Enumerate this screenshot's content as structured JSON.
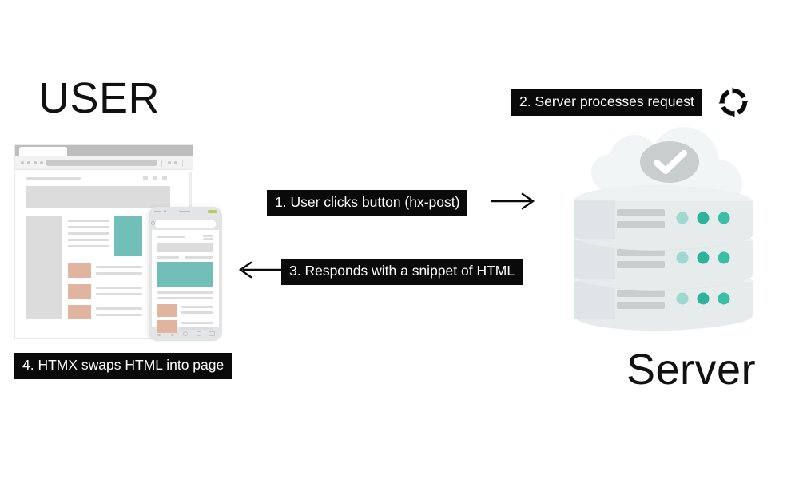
{
  "diagram": {
    "title_left": "USER",
    "title_right": "Server",
    "background": "#ffffff",
    "accent_teal": "#72beb8",
    "accent_salmon": "#e0b49f",
    "callout_bg": "#0a0a0a",
    "callout_fg": "#ffffff"
  },
  "steps": [
    {
      "id": "step-1",
      "label": "1. User clicks button (hx-post)",
      "arrow": "arrow-right-icon",
      "direction": "user-to-server"
    },
    {
      "id": "step-2",
      "label": "2. Server processes request",
      "icon": "process-loop-icon",
      "direction": "server-internal"
    },
    {
      "id": "step-3",
      "label": "3. Responds with a snippet of HTML",
      "arrow": "arrow-left-icon",
      "direction": "server-to-user"
    },
    {
      "id": "step-4",
      "label": "4. HTMX swaps HTML into page",
      "direction": "user-internal"
    }
  ],
  "browser_mockup": {
    "name": "browser-window-mockup",
    "has_tab": true,
    "has_url_bar": true,
    "content_blocks": [
      "hero-banner",
      "sidebar",
      "text-lines",
      "teal-card",
      "salmon-thumbnails"
    ]
  },
  "phone_mockup": {
    "name": "mobile-phone-mockup",
    "has_status_bar": true,
    "has_url_bar": true,
    "has_bottom_nav": true,
    "content_blocks": [
      "header-lines",
      "grey-banner",
      "teal-card",
      "text-lines",
      "salmon-thumbnails"
    ]
  },
  "server_illustration": {
    "name": "cloud-server-stack",
    "cloud_badge": "check-circle-icon",
    "rack_units": 3,
    "status_lights_per_unit": 3,
    "light_colors": [
      "#9fd8d0",
      "#2cb39a",
      "#3cbda5"
    ],
    "body_color": "#e6eaec",
    "top_color": "#f2f5f6"
  }
}
